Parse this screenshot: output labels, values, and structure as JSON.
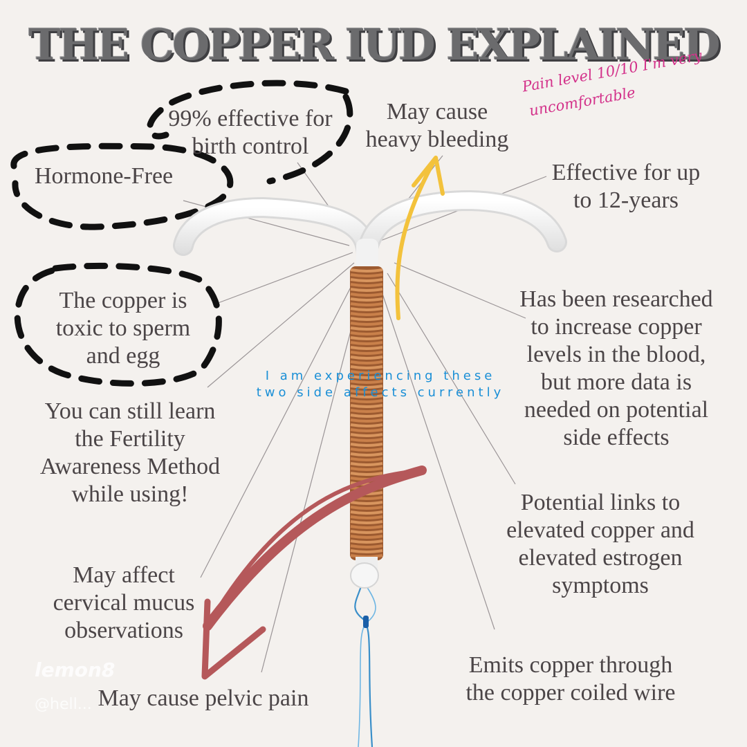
{
  "title": "THE COPPER IUD EXPLAINED",
  "labels": {
    "hormone_free": "Hormone-Free",
    "effective_99": [
      "99% effective for",
      "birth control"
    ],
    "heavy_bleeding": [
      "May cause",
      "heavy bleeding"
    ],
    "effective_12": [
      "Effective for up",
      "to 12-years"
    ],
    "copper_toxic": [
      "The copper is",
      "toxic to sperm",
      "and egg"
    ],
    "fertility": [
      "You can still learn",
      "the Fertility",
      "Awareness Method",
      "while using!"
    ],
    "cervical": [
      "May affect",
      "cervical mucus",
      "observations"
    ],
    "pelvic": "May cause pelvic pain",
    "researched": [
      "Has been researched",
      "to increase copper",
      "levels in the blood,",
      "but more data is",
      "needed on potential",
      "side effects"
    ],
    "estrogen": [
      "Potential links to",
      "elevated copper and",
      "elevated estrogen",
      "symptoms"
    ],
    "emits": [
      "Emits copper through",
      "the copper coiled wire"
    ]
  },
  "annotations": {
    "pain_note": [
      "Pain level 10/10 I'm very",
      "uncomfortable"
    ],
    "side_effects_note": [
      "I am experiencing these",
      "two side affects currently"
    ]
  },
  "watermark": {
    "brand": "lemon8",
    "handle": "@hell..."
  },
  "colors": {
    "background": "#f4f1ee",
    "copper": "#b8713f",
    "yellow_arrow": "#f3c23c",
    "red_arrow": "#b5585a",
    "pink_note": "#d3318a",
    "blue_note": "#1a8fd6"
  }
}
